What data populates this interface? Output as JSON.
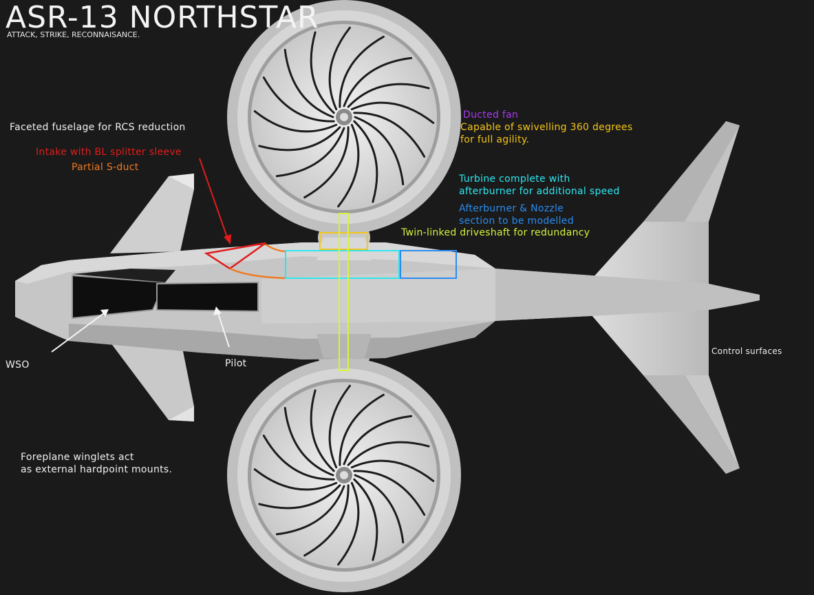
{
  "header": {
    "title": "ASR-13 NORTHSTAR",
    "subtitle": "ATTACK, STRIKE, RECONNAISANCE."
  },
  "colors": {
    "background": "#1a1a1a",
    "intake": "#e21c1c",
    "sduct": "#f07a22",
    "ducted_fan": "#a83af0",
    "swivel": "#f5c518",
    "turbine": "#2ee6f0",
    "afterburner": "#2a8cf0",
    "driveshaft": "#d4f53c",
    "white": "#f0f0f0"
  },
  "labels": {
    "faceted": "Faceted fuselage for RCS reduction",
    "intake": "Intake with BL splitter sleeve",
    "sduct": "Partial S-duct",
    "ducted_fan": "Ducted fan",
    "swivel_1": "Capable of swivelling 360 degrees",
    "swivel_2": "for full agility.",
    "turbine_1": "Turbine complete with",
    "turbine_2": "afterburner for additional speed",
    "afterburner_1": "Afterburner & Nozzle",
    "afterburner_2": "section to be modelled",
    "driveshaft": "Twin-linked driveshaft for redundancy",
    "control": "Control surfaces",
    "wso": "WSO",
    "pilot": "Pilot",
    "foreplane_1": "Foreplane winglets act",
    "foreplane_2": "as external hardpoint mounts."
  }
}
